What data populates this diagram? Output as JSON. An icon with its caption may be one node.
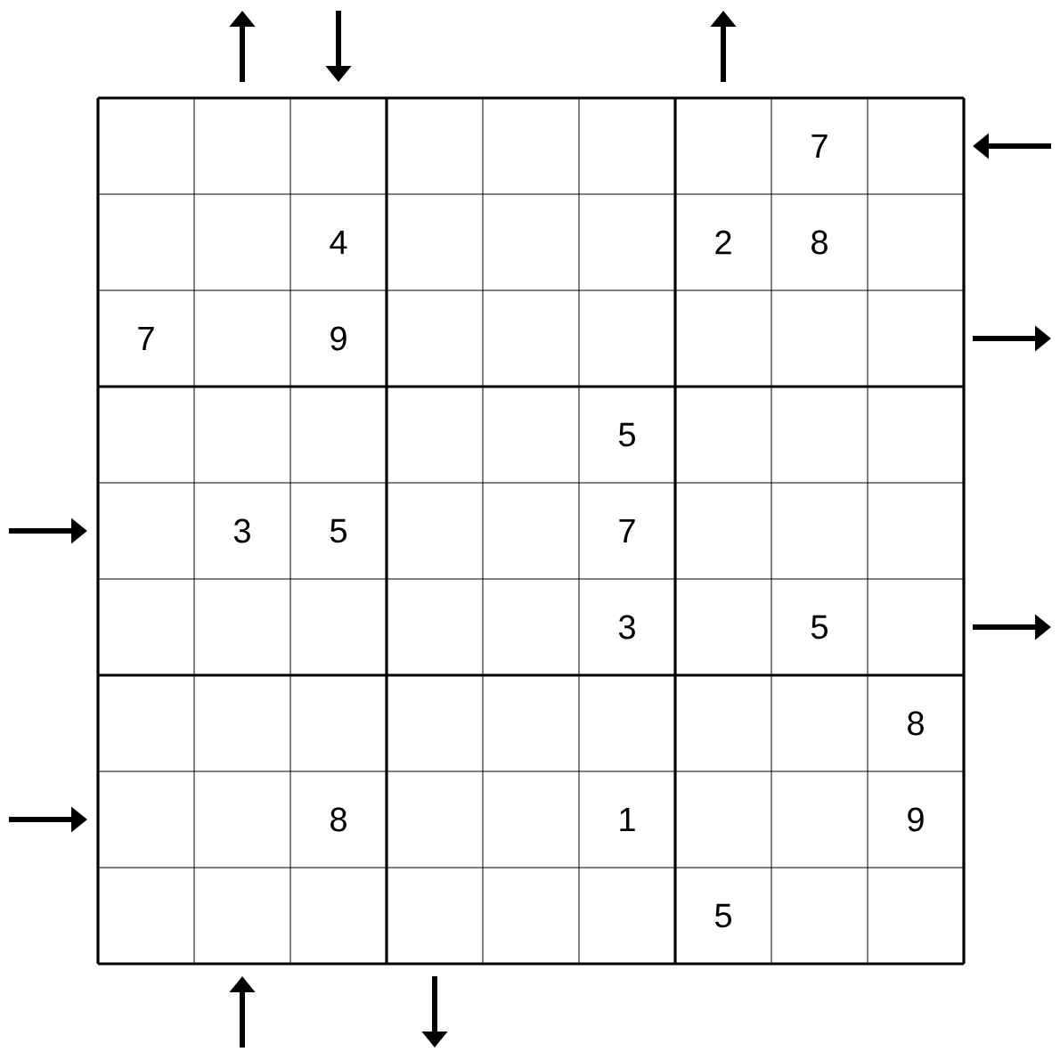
{
  "diagram": {
    "labels": [
      "7",
      "4",
      "2",
      "8",
      "7",
      "9",
      "5",
      "3",
      "5",
      "7",
      "3",
      "5",
      "8",
      "8",
      "1",
      "9",
      "5"
    ]
  }
}
